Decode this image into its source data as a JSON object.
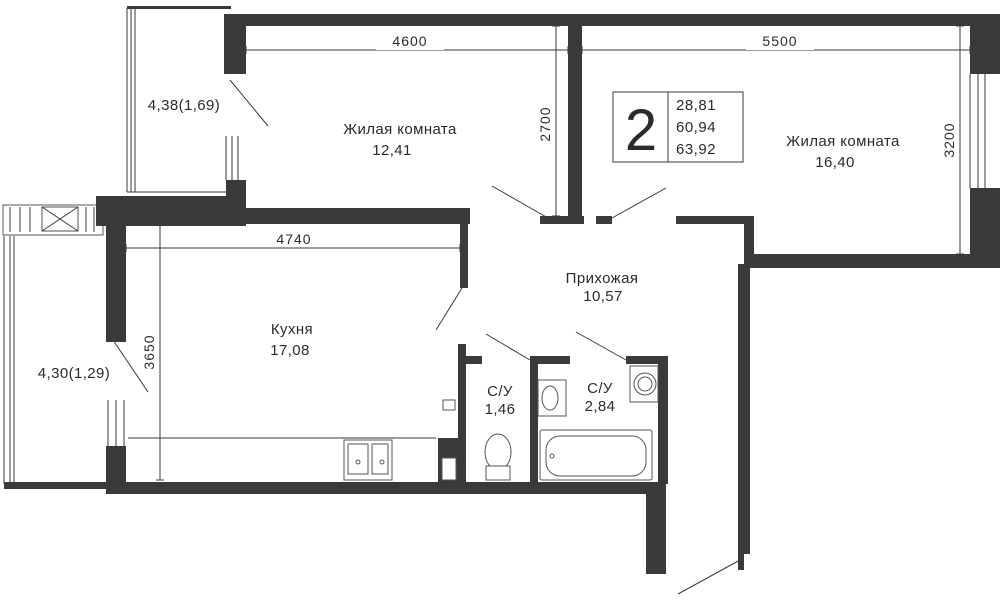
{
  "badge": {
    "rooms": "2",
    "areas": [
      "28,81",
      "60,94",
      "63,92"
    ]
  },
  "rooms": {
    "living1": {
      "name": "Жилая комната",
      "area": "12,41"
    },
    "living2": {
      "name": "Жилая комната",
      "area": "16,40"
    },
    "hallway": {
      "name": "Прихожая",
      "area": "10,57"
    },
    "kitchen": {
      "name": "Кухня",
      "area": "17,08"
    },
    "bath1": {
      "name": "С/У",
      "area": "1,46"
    },
    "bath2": {
      "name": "С/У",
      "area": "2,84"
    },
    "balcony1": {
      "area": "4,38(1,69)"
    },
    "balcony2": {
      "area": "4,30(1,29)"
    }
  },
  "dimensions": {
    "living1_width": "4600",
    "living2_width": "5500",
    "living1_depth": "2700",
    "living2_depth": "3200",
    "kitchen_width": "4740",
    "kitchen_depth": "3650"
  },
  "colors": {
    "wall": "#3a3a3a",
    "text": "#2b2b2b",
    "background": "#ffffff"
  }
}
